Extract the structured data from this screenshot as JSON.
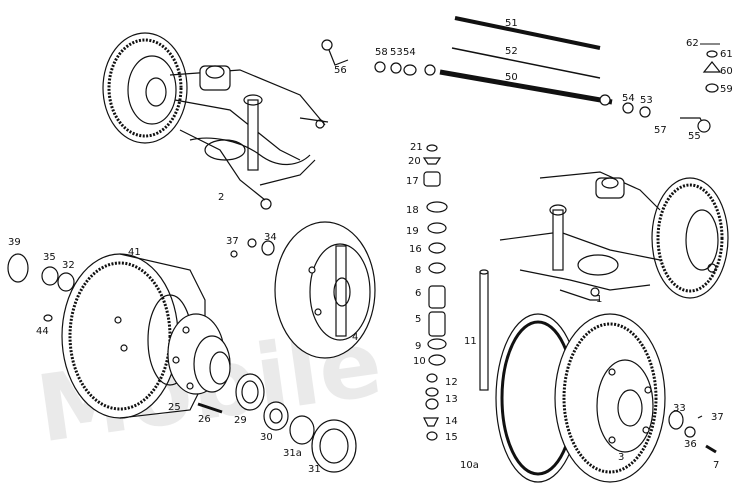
{
  "watermark": "Mobile",
  "labels": [
    "1",
    "2",
    "3",
    "4",
    "5",
    "6",
    "7",
    "8",
    "9",
    "10",
    "10a",
    "11",
    "12",
    "13",
    "14",
    "15",
    "16",
    "17",
    "18",
    "19",
    "20",
    "21",
    "25",
    "26",
    "29",
    "30",
    "31",
    "31a",
    "32",
    "33",
    "34",
    "35",
    "36",
    "37",
    "37",
    "39",
    "41",
    "44",
    "50",
    "51",
    "52",
    "53",
    "53",
    "54",
    "54",
    "55",
    "56",
    "57",
    "58",
    "59",
    "60",
    "61",
    "62"
  ]
}
